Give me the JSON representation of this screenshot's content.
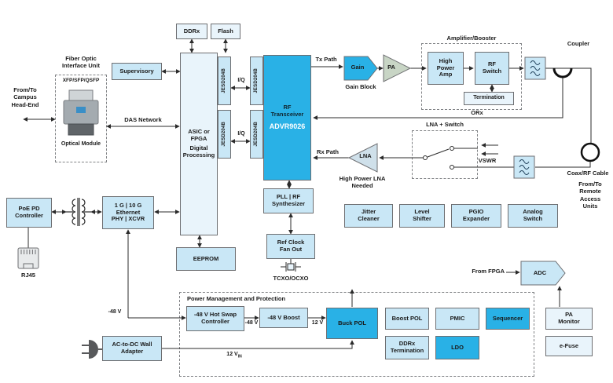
{
  "colors": {
    "highlight_cyan": "#29b1e6",
    "box_blue": "#c9e7f6",
    "box_pale": "#e9f4fb",
    "pa_green": "#c8d5c5",
    "lna_blue": "#cfe0ea",
    "line": "#2b2b2b"
  },
  "blocks": {
    "ddrx": "DDRx",
    "flash": "Flash",
    "supervisory": "Supervisory",
    "asic_line1": "ASIC or FPGA",
    "asic_line2": "Digital Processing",
    "jesd": "JESD204B",
    "iq": "I/Q",
    "transceiver_title": "RF Transceiver",
    "transceiver_part": "ADVR9026",
    "gain": "Gain",
    "gain_caption": "Gain Block",
    "pa": "PA",
    "amplifier_booster_title": "Amplifier/Booster",
    "high_power_amp": "High Power Amp",
    "rf_switch": "RF Switch",
    "termination": "Termination",
    "coupler": "Coupler",
    "lna": "LNA",
    "lna_caption": "High Power LNA Needed",
    "lna_switch_title": "LNA + Switch",
    "vswr": "VSWR",
    "coax_cable": "Coax/RF Cable",
    "remote_units_lines": [
      "From/To",
      "Remote",
      "Access",
      "Units"
    ],
    "jitter_cleaner": "Jitter Cleaner",
    "level_shifter": "Level Shifter",
    "pgio_expander": "PGIO Expander",
    "analog_switch": "Analog Switch",
    "pll": "PLL | RF Synthesizer",
    "ref_clock": "Ref Clock Fan Out",
    "tcxo": "TCXO/OCXO",
    "eeprom": "EEPROM",
    "fiber_title_lines": [
      "Fiber Optic",
      "Interface Unit"
    ],
    "xfp": "XFP/SFP/QSFP",
    "optical_module": "Optical Module",
    "campus_lines": [
      "From/To",
      "Campus",
      "Head-End"
    ],
    "das_network": "DAS Network",
    "poe": "PoE PD Controller",
    "ethernet_lines": [
      "1 G | 10 G",
      "Ethernet",
      "PHY | XCVR"
    ],
    "rj45": "RJ45",
    "ac_dc": "AC-to-DC Wall Adapter",
    "pmp_title": "Power Management and Protection",
    "hot_swap": "-48 V Hot Swap Controller",
    "boost_48": "-48 V Boost",
    "buck_pol": "Buck POL",
    "boost_pol": "Boost POL",
    "pmic": "PMIC",
    "sequencer": "Sequencer",
    "ddrx_termination": "DDRx Termination",
    "ldo": "LDO",
    "from_fpga": "From FPGA",
    "adc": "ADC",
    "pa_monitor": "PA Monitor",
    "efuse": "e-Fuse"
  },
  "labels": {
    "tx_path": "Tx Path",
    "rx_path": "Rx Path",
    "orx": "ORx",
    "neg48_input": "-48 V",
    "neg48_mid": "-48 V",
    "v12_mid": "12 V",
    "v12in_main": "12 V",
    "v12in_sub": "IN"
  }
}
